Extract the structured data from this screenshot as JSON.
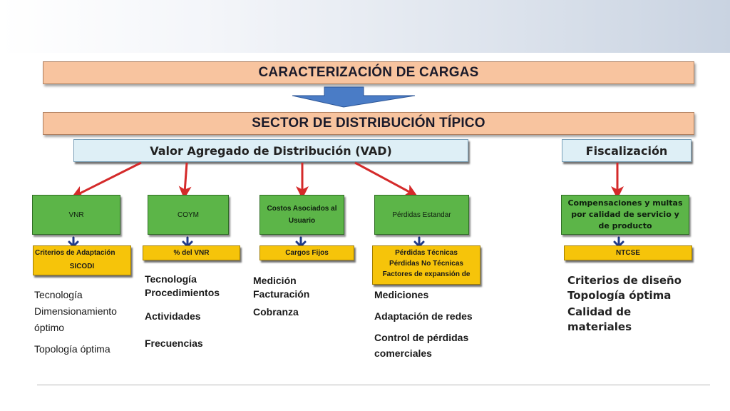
{
  "title": "CARACTERIZACIÓN DE CARGAS",
  "subtitle": "SECTOR DE DISTRIBUCIÓN TÍPICO",
  "vad": "Valor Agregado de Distribución (VAD)",
  "fiscalizacion": "Fiscalización",
  "columns": [
    {
      "header": "VNR",
      "tag_lines": [
        "Criterios de Adaptación",
        "SICODI"
      ],
      "items": [
        "Tecnología",
        "Dimensionamiento",
        "óptimo",
        "Topología óptima"
      ]
    },
    {
      "header": "COYM",
      "tag_lines": [
        "% del VNR"
      ],
      "items": [
        "Tecnología",
        "Procedimientos",
        "Actividades",
        "Frecuencias"
      ]
    },
    {
      "header_lines": [
        "Costos Asociados al",
        "Usuario"
      ],
      "tag_lines": [
        "Cargos Fijos"
      ],
      "items": [
        "Medición",
        "Facturación",
        "Cobranza"
      ]
    },
    {
      "header": "Pérdidas Estandar",
      "tag_lines": [
        "Pérdidas Técnicas",
        "Pérdidas No Técnicas",
        "Factores de expansión de"
      ],
      "items": [
        "Mediciones",
        "Adaptación de redes",
        "Control de pérdidas",
        "comerciales"
      ]
    },
    {
      "header_lines": [
        "Compensaciones y multas",
        "por calidad de servicio y",
        "de producto"
      ],
      "tag_lines": [
        "NTCSE"
      ],
      "items": [
        "Criterios de diseño",
        "Topología óptima",
        "Calidad de",
        "materiales"
      ]
    }
  ],
  "colors": {
    "banner": "#f8c49f",
    "blue_box": "#deeff6",
    "green_box": "#5cb548",
    "yellow_box": "#f6c40a",
    "red_arrow": "#d42a2a",
    "blue_arrow": "#4a78c2",
    "navy_arrow": "#1f3a8a"
  }
}
